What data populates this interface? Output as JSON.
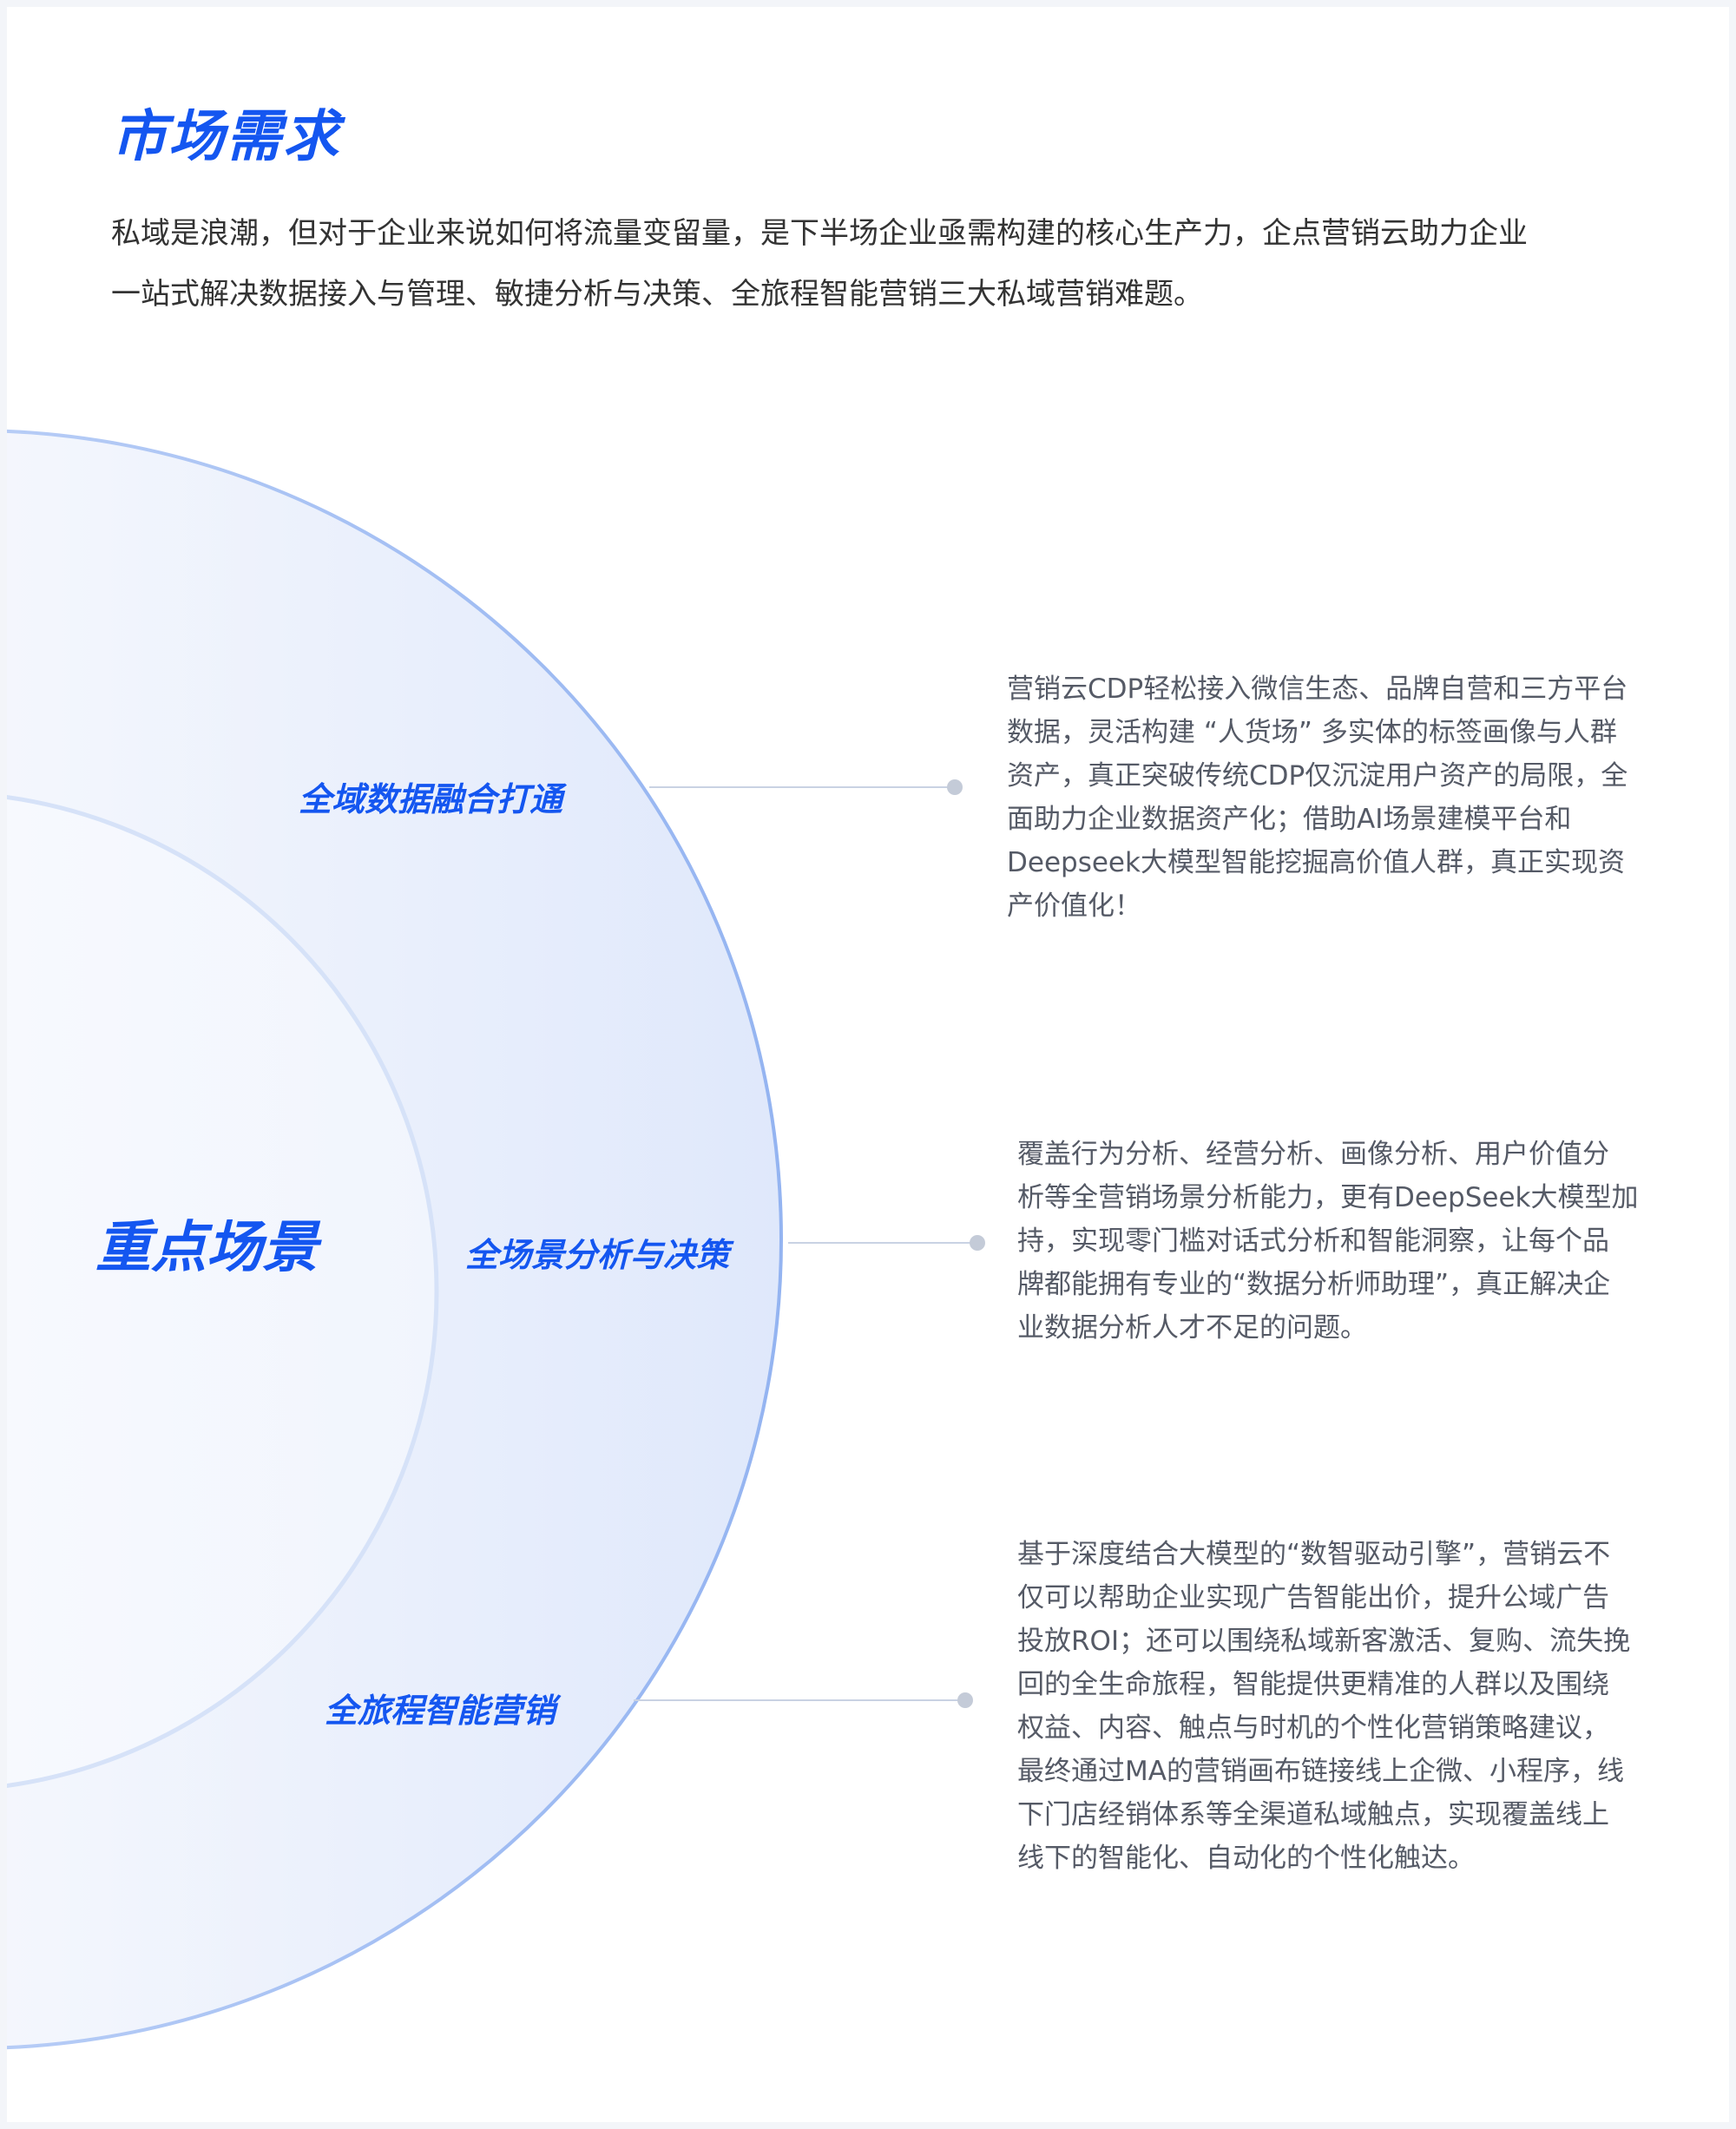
{
  "header": {
    "title": "市场需求",
    "intro_lines": [
      "私域是浪潮，但对于企业来说如何将流量变留量，是下半场企业亟需构建的核心生产力，企点营销云助力企业",
      "一站式解决数据接入与管理、敏捷分析与决策、全旅程智能营销三大私域营销难题。"
    ]
  },
  "diagram": {
    "center_title": "重点场景",
    "accent_color": "#1456f0",
    "line_color": "#c9d2e3",
    "dot_color": "#c4cbd8",
    "scenes": [
      {
        "label": "全域数据融合打通",
        "desc_lines": [
          "营销云CDP轻松接入微信生态、品牌自营和三方平台",
          "数据，灵活构建 “人货场” 多实体的标签画像与人群",
          "资产，真正突破传统CDP仅沉淀用户资产的局限，全",
          "面助力企业数据资产化；借助AI场景建模平台和",
          "Deepseek大模型智能挖掘高价值人群，真正实现资",
          "产价值化！"
        ]
      },
      {
        "label": "全场景分析与决策",
        "desc_lines": [
          "覆盖行为分析、经营分析、画像分析、用户价值分",
          "析等全营销场景分析能力，更有DeepSeek大模型加",
          "持，实现零门槛对话式分析和智能洞察，让每个品",
          "牌都能拥有专业的“数据分析师助理”，真正解决企",
          "业数据分析人才不足的问题。"
        ]
      },
      {
        "label": "全旅程智能营销",
        "desc_lines": [
          "基于深度结合大模型的“数智驱动引擎”，营销云不",
          "仅可以帮助企业实现广告智能出价，提升公域广告",
          "投放ROI；还可以围绕私域新客激活、复购、流失挽",
          "回的全生命旅程，智能提供更精准的人群以及围绕",
          "权益、内容、触点与时机的个性化营销策略建议，",
          "最终通过MA的营销画布链接线上企微、小程序，线",
          "下门店经销体系等全渠道私域触点，实现覆盖线上",
          "线下的智能化、自动化的个性化触达。"
        ]
      }
    ]
  }
}
